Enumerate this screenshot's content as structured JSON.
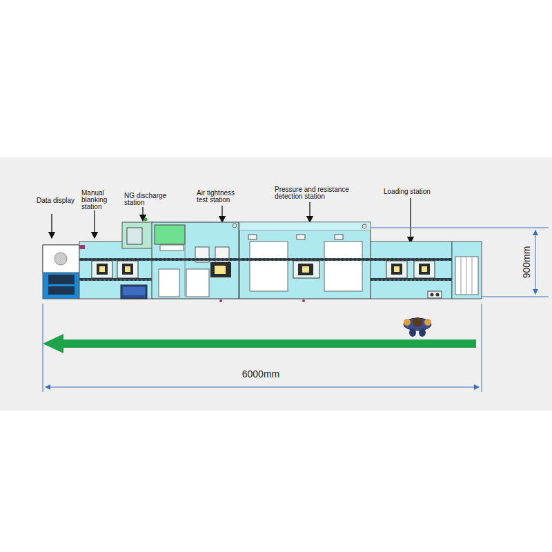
{
  "diagram": {
    "labels": [
      "Data display",
      "Manual blanking station",
      "NG discharge station",
      "Air tightness test station",
      "Pressure and resistance detection station",
      "Loading station",
      "900mm",
      "6000mm"
    ]
  }
}
